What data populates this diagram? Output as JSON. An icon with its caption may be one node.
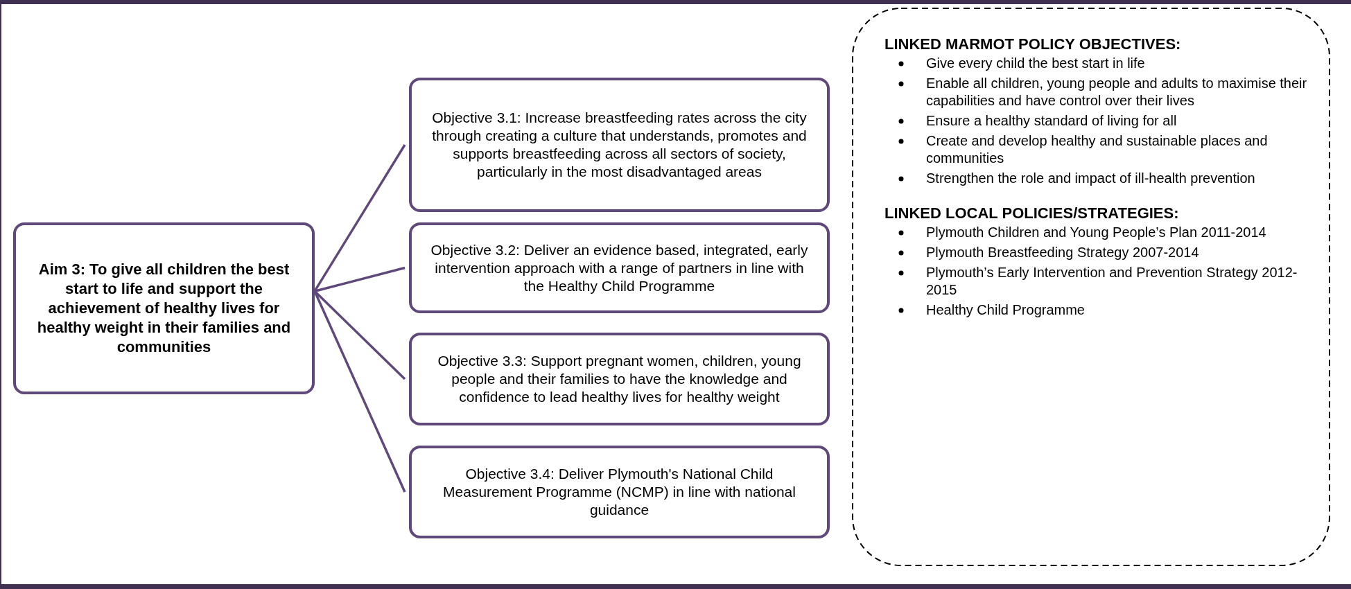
{
  "diagram": {
    "nodes": [
      {
        "text": [
          "Aim 3:  To give all children the best start to life and support the achievement of healthy lives for healthy weight in their families and communities"
        ]
      },
      {
        "text": [
          "Objective 3.1: Increase breastfeeding rates across the city through creating a culture that understands, promotes and supports breastfeeding across all sectors of society, particularly in the most disadvantaged areas"
        ]
      },
      {
        "text": [
          "Objective 3.2: Deliver an evidence based, integrated, early intervention approach with a range of partners in line with the Healthy Child Programme"
        ]
      },
      {
        "text": [
          "Objective 3.3: Support pregnant women, children, young people and their families to have the knowledge and confidence to lead healthy lives for healthy weight"
        ]
      },
      {
        "text": [
          "Objective 3.4: Deliver Plymouth's National Child Measurement Programme (NCMP) in line with national guidance"
        ]
      },
      {
        "text": [
          "LINKED MARMOT POLICY OBJECTIVES:",
          "Give every child the best start in life",
          "Enable all children, young people and adults to maximise their capabilities and have control over their lives",
          "Ensure a healthy standard of living for all",
          "Create and develop healthy and sustainable places and communities",
          "Strengthen the role and impact of ill-health prevention",
          "LINKED LOCAL POLICIES/STRATEGIES:",
          "Plymouth Children and Young People’s Plan 2011-2014",
          "Plymouth Breastfeeding Strategy 2007-2014",
          "Plymouth’s Early Intervention and Prevention Strategy 2012-2015",
          "Healthy Child Programme"
        ]
      }
    ],
    "edges": [
      {
        "from": 0,
        "to": 1,
        "arrow": "none"
      },
      {
        "from": 0,
        "to": 2,
        "arrow": "none"
      },
      {
        "from": 0,
        "to": 3,
        "arrow": "none"
      },
      {
        "from": 0,
        "to": 4,
        "arrow": "none"
      }
    ]
  }
}
